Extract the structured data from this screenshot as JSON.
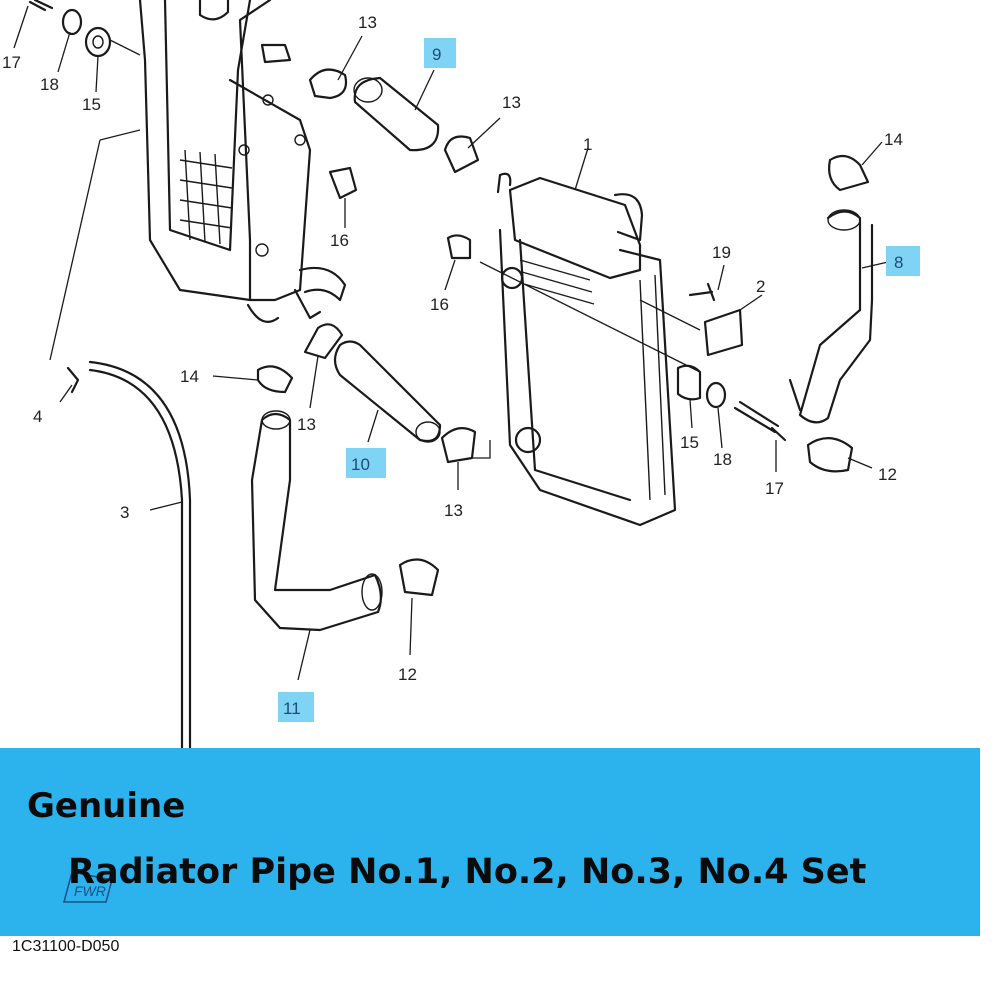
{
  "callouts": {
    "c1": "1",
    "c2": "2",
    "c3": "3",
    "c4": "4",
    "c8": "8",
    "c9": "9",
    "c10": "10",
    "c11": "11",
    "c12a": "12",
    "c12b": "12",
    "c13a": "13",
    "c13b": "13",
    "c13c": "13",
    "c13d": "13",
    "c14a": "14",
    "c14b": "14",
    "c15a": "15",
    "c15b": "15",
    "c16a": "16",
    "c16b": "16",
    "c17a": "17",
    "c17b": "17",
    "c18a": "18",
    "c18b": "18",
    "c19": "19"
  },
  "highlight_color": "#7fd3f5",
  "banner": {
    "color": "#2cb3ee",
    "line1": "Genuine",
    "line2": "Radiator Pipe No.1, No.2, No.3, No.4 Set",
    "watermark": "FWR"
  },
  "part_code": "1C31100-D050"
}
